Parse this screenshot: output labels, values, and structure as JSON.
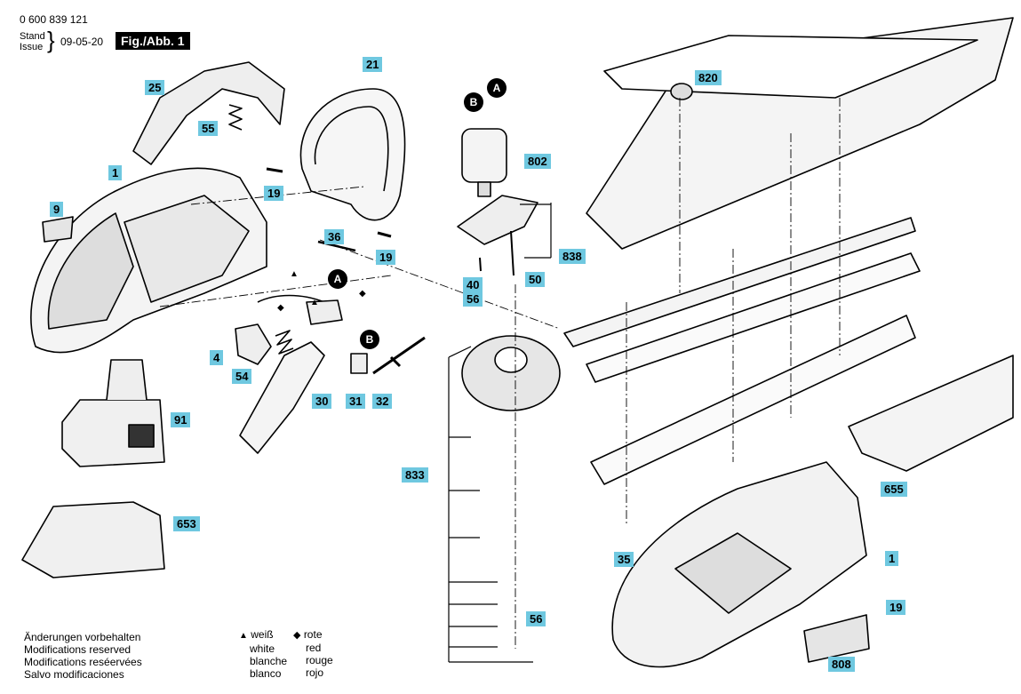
{
  "header": {
    "part_number": "0 600 839 121",
    "stand": "Stand",
    "issue": "Issue",
    "date": "09-05-20",
    "figure_label": "Fig./Abb. 1"
  },
  "callouts": {
    "c1a": "1",
    "c9": "9",
    "c25": "25",
    "c55": "55",
    "c21": "21",
    "c19a": "19",
    "c19b": "19",
    "c36": "36",
    "c4": "4",
    "c54": "54",
    "c30": "30",
    "c31": "31",
    "c32": "32",
    "c91": "91",
    "c653": "653",
    "c802": "802",
    "c838": "838",
    "c40": "40",
    "c50": "50",
    "c56a": "56",
    "c820": "820",
    "c833": "833",
    "c35": "35",
    "c56b": "56",
    "c655": "655",
    "c1b": "1",
    "c19c": "19",
    "c808": "808"
  },
  "markers": {
    "A1": "A",
    "B1": "B",
    "A2": "A",
    "B2": "B"
  },
  "footer": {
    "notes": [
      "Änderungen vorbehalten",
      "Modifications reserved",
      "Modifications reséervées",
      "Salvo modificaciones"
    ],
    "white": {
      "symbol": "▲",
      "labels": [
        "weiß",
        "white",
        "blanche",
        "blanco"
      ]
    },
    "red": {
      "symbol": "◆",
      "labels": [
        "rote",
        "red",
        "rouge",
        "rojo"
      ]
    }
  }
}
